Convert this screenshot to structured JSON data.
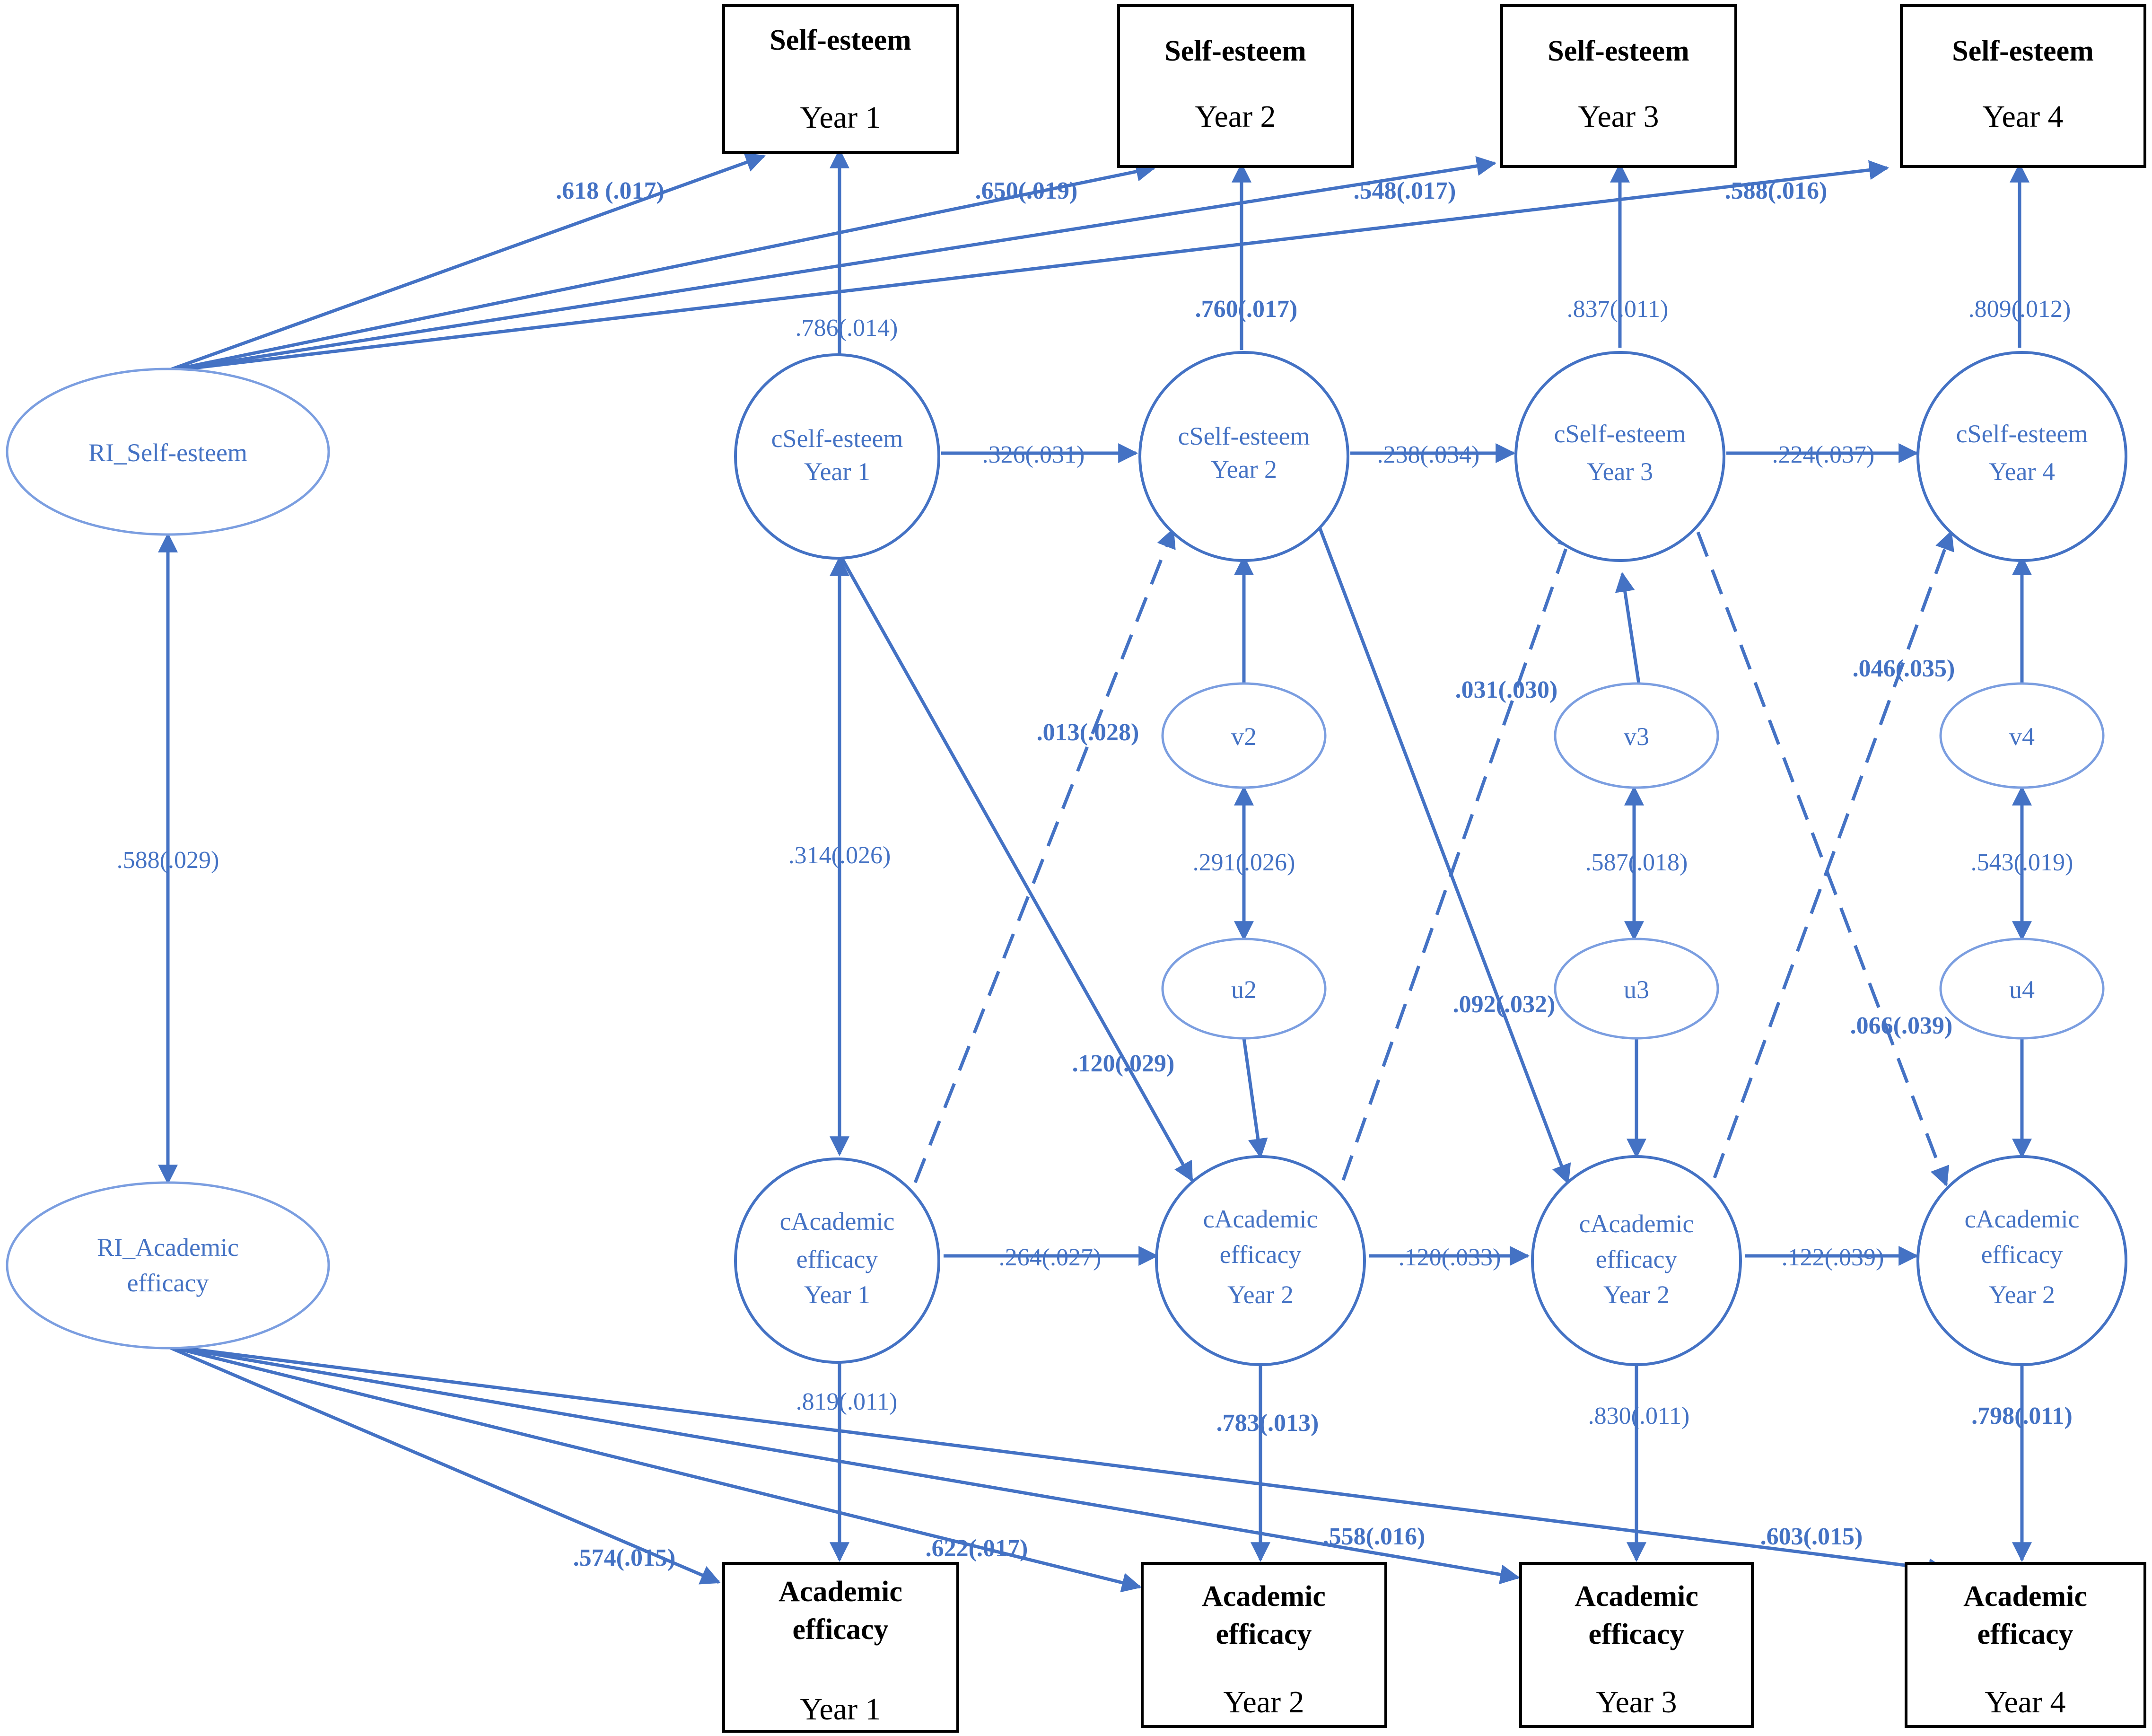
{
  "observed": {
    "se1": {
      "title": "Self-esteem",
      "year": "Year 1"
    },
    "se2": {
      "title": "Self-esteem",
      "year": "Year 2"
    },
    "se3": {
      "title": "Self-esteem",
      "year": "Year 3"
    },
    "se4": {
      "title": "Self-esteem",
      "year": "Year 4"
    },
    "ae1": {
      "title1": "Academic",
      "title2": "efficacy",
      "year": "Year 1"
    },
    "ae2": {
      "title1": "Academic",
      "title2": "efficacy",
      "year": "Year 2"
    },
    "ae3": {
      "title1": "Academic",
      "title2": "efficacy",
      "year": "Year 3"
    },
    "ae4": {
      "title1": "Academic",
      "title2": "efficacy",
      "year": "Year 4"
    }
  },
  "random_intercepts": {
    "ri_se": "RI_Self-esteem",
    "ri_ae_line1": "RI_Academic",
    "ri_ae_line2": "efficacy"
  },
  "latent": {
    "cse1": [
      "cSelf-esteem",
      "Year 1"
    ],
    "cse2": [
      "cSelf-esteem",
      "Year 2"
    ],
    "cse3": [
      "cSelf-esteem",
      "Year 3"
    ],
    "cse4": [
      "cSelf-esteem",
      "Year 4"
    ],
    "cae1": [
      "cAcademic",
      "efficacy",
      "Year 1"
    ],
    "cae2": [
      "cAcademic",
      "efficacy",
      "Year 2"
    ],
    "cae3": [
      "cAcademic",
      "efficacy",
      "Year 2"
    ],
    "cae4": [
      "cAcademic",
      "efficacy",
      "Year 2"
    ]
  },
  "residuals": {
    "v2": "v2",
    "v3": "v3",
    "v4": "v4",
    "u2": "u2",
    "u3": "u3",
    "u4": "u4"
  },
  "labels": {
    "ri_se_1": ".618  (.017)",
    "ri_se_2": ".650(.019)",
    "ri_se_3": ".548(.017)",
    "ri_se_4": ".588(.016)",
    "load_se1": ".786(.014)",
    "load_se2": ".760(.017)",
    "load_se3": ".837(.011)",
    "load_se4": ".809(.012)",
    "ar_se12": ".326(.031)",
    "ar_se23": ".238(.034)",
    "ar_se34": ".224(.037)",
    "ri_cov": ".588(.029)",
    "cov_1": ".314(.026)",
    "cross_ae1_se2": ".013(.028)",
    "cross_se1_ae2": ".120(.029)",
    "cov_2": ".291(.026)",
    "cross_ae2_se3": ".031(.030)",
    "cross_se2_ae3": ".092(.032)",
    "cov_3": ".587(.018)",
    "cross_ae3_se4": ".046(.035)",
    "cross_se3_ae4": ".066(.039)",
    "cov_4": ".543(.019)",
    "ar_ae12": ".264(.027)",
    "ar_ae23": ".120(.033)",
    "ar_ae34": ".122(.039)",
    "load_ae1": ".819(.011)",
    "load_ae2": ".783(.013)",
    "load_ae3": ".830(.011)",
    "load_ae4": ".798(.011)",
    "ri_ae_1": ".574(.015)",
    "ri_ae_2": ".622(.017)",
    "ri_ae_3": ".558(.016)",
    "ri_ae_4": ".603(.015)"
  },
  "colors": {
    "node": "#4472c4",
    "ellipse": "#7b9ee0",
    "box": "#000000"
  }
}
